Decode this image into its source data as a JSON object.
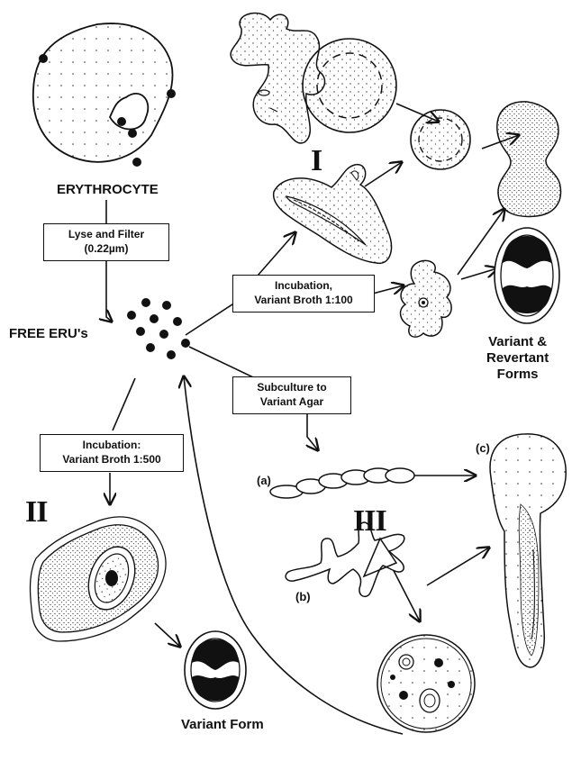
{
  "labels": {
    "erythrocyte": "ERYTHROCYTE",
    "free_erus": "FREE ERU's",
    "variant_revertant": [
      "Variant &",
      "Revertant",
      "Forms"
    ],
    "variant_form": "Variant Form"
  },
  "boxes": {
    "lyse": [
      "Lyse and Filter",
      "(0.22µm)"
    ],
    "incubation_100": [
      "Incubation,",
      "Variant Broth  1:100"
    ],
    "subculture": [
      "Subculture to",
      "Variant Agar"
    ],
    "incubation_500": [
      "Incubation:",
      "Variant Broth  1:500"
    ]
  },
  "pathways": {
    "one": "I",
    "two": "II",
    "three": "III"
  },
  "sublabels": {
    "a": "(a)",
    "b": "(b)",
    "c": "(c)"
  }
}
